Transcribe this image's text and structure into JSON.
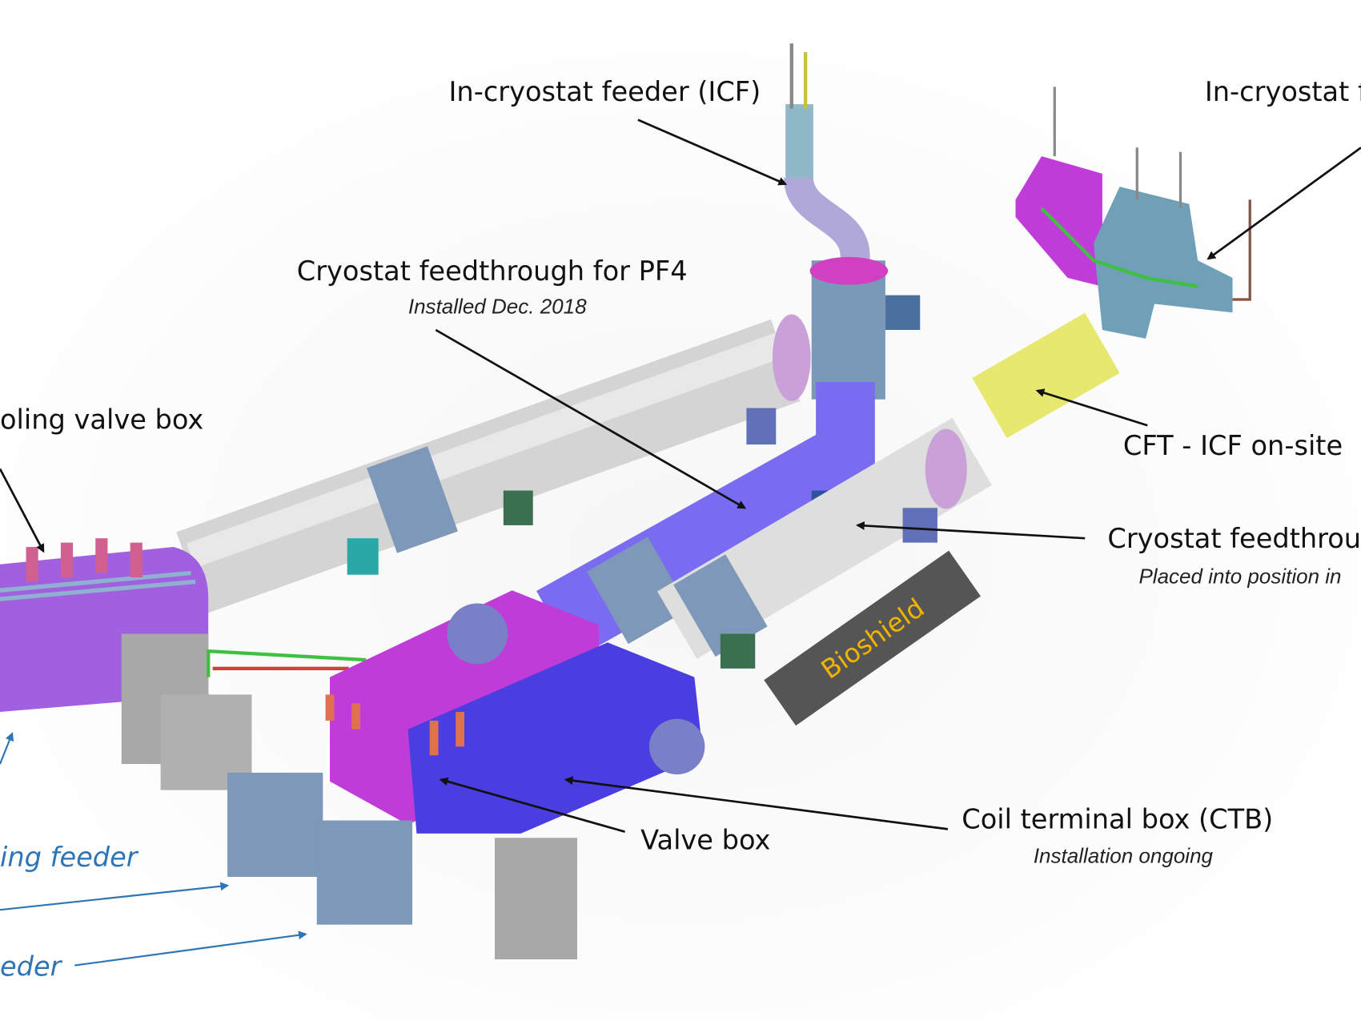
{
  "labels": {
    "icf_center": "In-cryostat feeder (ICF)",
    "icf_right": "In-cryostat f",
    "cft_pf4": "Cryostat feedthrough for PF4",
    "cft_pf4_status": "Installed Dec. 2018",
    "cooling_valve_box": "oling valve box",
    "cft_icf": "CFT - ICF on-site",
    "cft_right": "Cryostat feedthrou",
    "cft_right_status": "Placed into position in",
    "bioshield": "Bioshield",
    "feeder_blue_1": "ing feeder",
    "feeder_blue_2": "eder",
    "valve_box": "Valve box",
    "ctb": "Coil terminal box (CTB)",
    "ctb_status": "Installation ongoing"
  },
  "colors": {
    "pipe_gray": "#dcdcdc",
    "pipe_purple": "#7a6cf0",
    "magenta": "#c03cd8",
    "blue_box": "#4a3ee0",
    "yellow": "#e6e870",
    "sleeve_blue": "#7d98b8",
    "bioshield_bg": "#555555",
    "bioshield_text": "#f0b400",
    "blue_label": "#2e75b6"
  }
}
